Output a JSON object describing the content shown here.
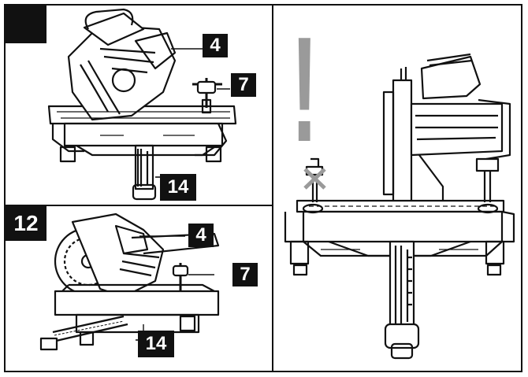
{
  "panels": {
    "top_left": {
      "step": "",
      "labels": {
        "a": "4",
        "b": "7",
        "c": "14"
      }
    },
    "bottom_left": {
      "step": "12",
      "labels": {
        "a": "4",
        "b": "7",
        "c": "14"
      }
    },
    "right": {
      "warning_symbol": "!"
    }
  },
  "colors": {
    "ink": "#111111",
    "warning_gray": "#9a9a9a",
    "paper": "#ffffff"
  }
}
